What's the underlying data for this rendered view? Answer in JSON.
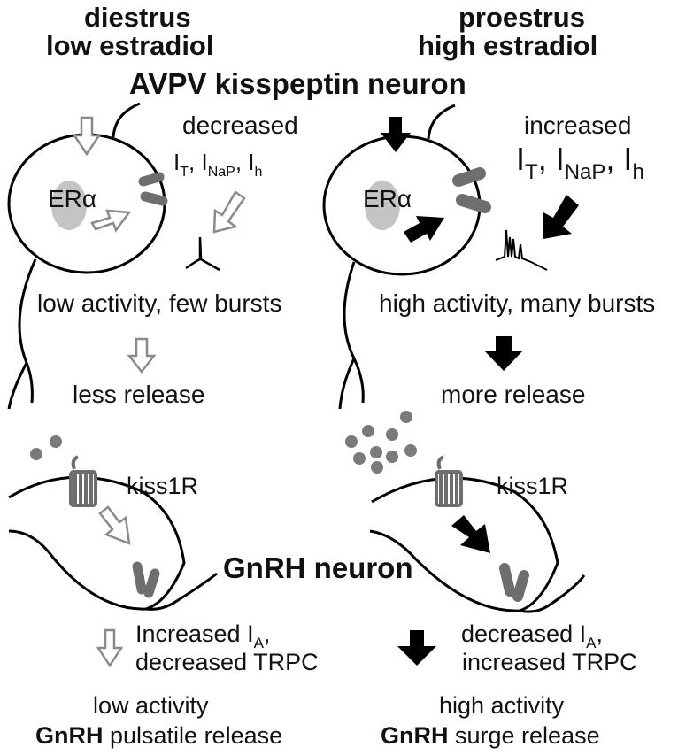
{
  "left": {
    "title_line1": "diestrus",
    "title_line2": "low estradiol",
    "receptor": "ERα",
    "change_label": "decreased",
    "currents": [
      "I",
      "T",
      ", ",
      "I",
      "NaP",
      ", ",
      "I",
      "h"
    ],
    "activity": "low activity, few bursts",
    "release": "less release",
    "receptor_label": "kiss1R",
    "gnrh_line1_a": "Increased I",
    "gnrh_line1_sub": "A",
    "gnrh_line1_b": ",",
    "gnrh_line2": "decreased TRPC",
    "result_line1": "low activity",
    "result_line2_bold": "GnRH",
    "result_line2_rest": " pulsatile release"
  },
  "right": {
    "title_line1": "proestrus",
    "title_line2": "high estradiol",
    "receptor": "ERα",
    "change_label": "increased",
    "currents": [
      "I",
      "T",
      ", ",
      "I",
      "NaP",
      ", ",
      "I",
      "h"
    ],
    "activity": "high activity, many bursts",
    "release": "more release",
    "receptor_label": "kiss1R",
    "gnrh_line1_a": "decreased I",
    "gnrh_line1_sub": "A",
    "gnrh_line1_b": ",",
    "gnrh_line2": "increased TRPC",
    "result_line1": "high activity",
    "result_line2_bold": "GnRH",
    "result_line2_rest": " surge release"
  },
  "center": {
    "kisspeptin_label": "AVPV kisspeptin neuron",
    "gnrh_label": "GnRH neuron"
  },
  "colors": {
    "outline_arrow": "#8a8a8a",
    "solid_arrow": "#000000",
    "nucleus": "#c4c4c4",
    "channel": "#6e6e6e",
    "peptide": "#7a7a7a",
    "line": "#000000"
  }
}
